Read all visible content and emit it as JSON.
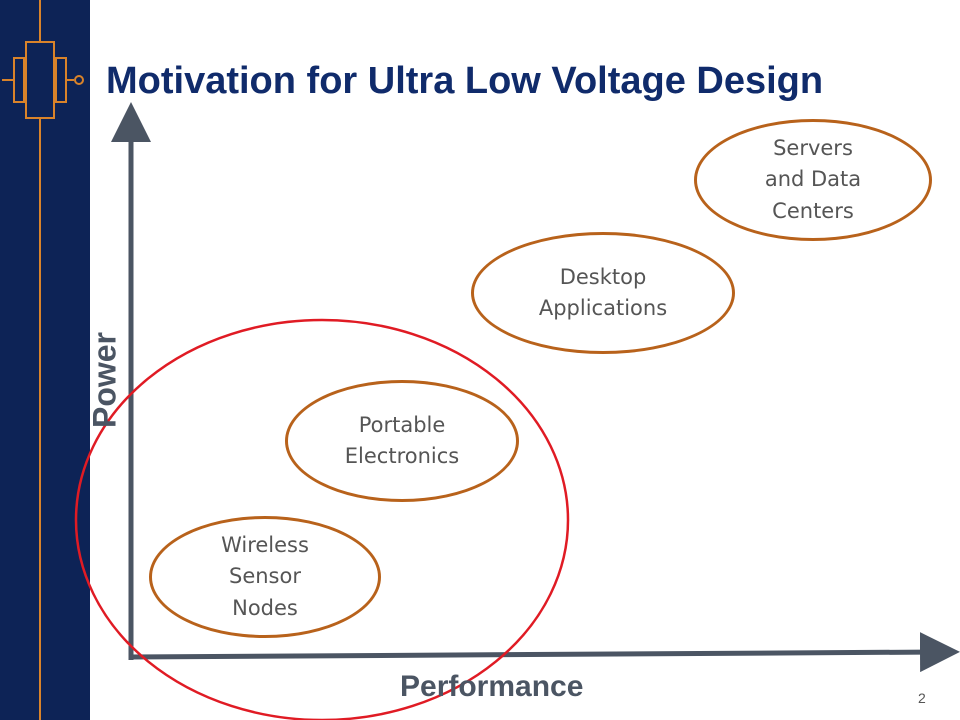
{
  "slide": {
    "title": "Motivation for Ultra Low Voltage Design",
    "page_number": "2"
  },
  "axes": {
    "y_label": "Power",
    "x_label": "Performance"
  },
  "nodes": [
    {
      "label": "Wireless\nSensor\nNodes"
    },
    {
      "label": "Portable\nElectronics"
    },
    {
      "label": "Desktop\nApplications"
    },
    {
      "label": "Servers\nand Data\nCenters"
    }
  ],
  "colors": {
    "sidebar": "#0d2356",
    "title": "#102b6b",
    "node_outline": "#b8621b",
    "highlight_circle": "#e01b24",
    "axis": "#4b5563"
  }
}
